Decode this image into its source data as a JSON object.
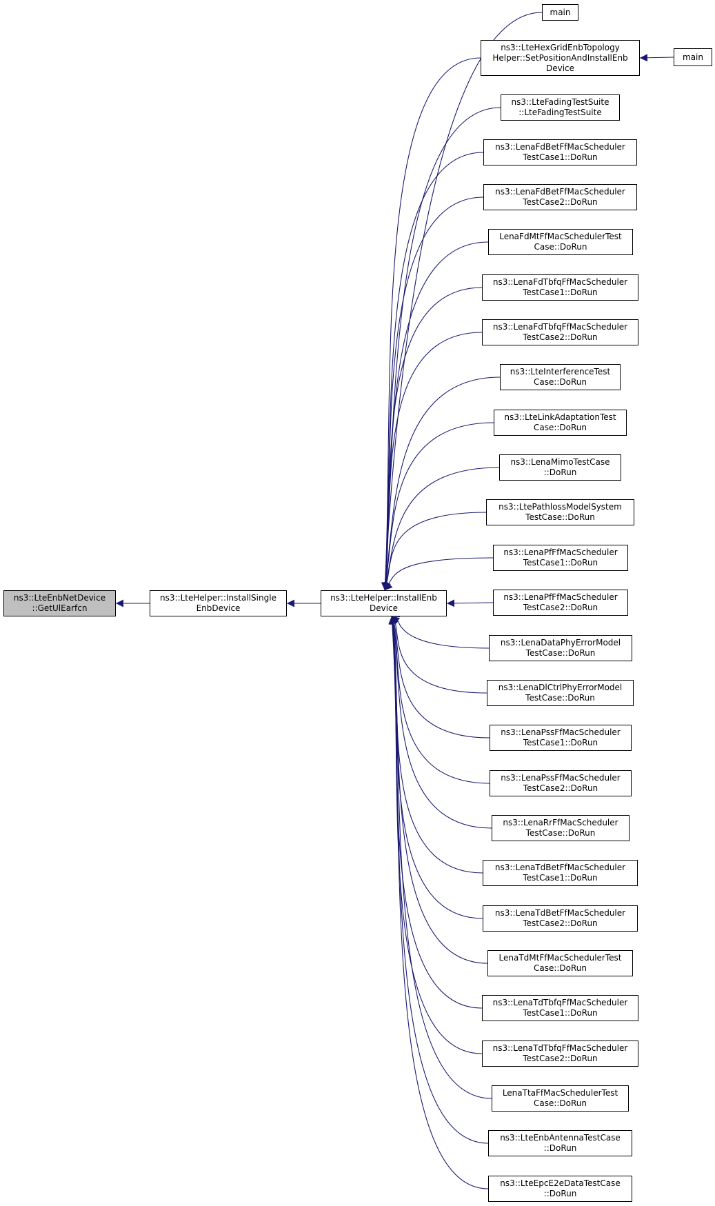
{
  "diagram": {
    "edge_color": "#191970",
    "root_fill": "#bfbfbf",
    "nodes": {
      "root": {
        "lines": [
          "ns3::LteEnbNetDevice",
          "::GetUlEarfcn"
        ]
      },
      "install_single": {
        "lines": [
          "ns3::LteHelper::InstallSingle",
          "EnbDevice"
        ]
      },
      "install_enb": {
        "lines": [
          "ns3::LteHelper::InstallEnb",
          "Device"
        ]
      },
      "main_top": {
        "lines": [
          "main"
        ]
      },
      "hexgrid": {
        "lines": [
          "ns3::LteHexGridEnbTopology",
          "Helper::SetPositionAndInstallEnb",
          "Device"
        ]
      },
      "main_hex": {
        "lines": [
          "main"
        ]
      },
      "c01": {
        "lines": [
          "ns3::LteFadingTestSuite",
          "::LteFadingTestSuite"
        ]
      },
      "c02": {
        "lines": [
          "ns3::LenaFdBetFfMacScheduler",
          "TestCase1::DoRun"
        ]
      },
      "c03": {
        "lines": [
          "ns3::LenaFdBetFfMacScheduler",
          "TestCase2::DoRun"
        ]
      },
      "c04": {
        "lines": [
          "LenaFdMtFfMacSchedulerTest",
          "Case::DoRun"
        ]
      },
      "c05": {
        "lines": [
          "ns3::LenaFdTbfqFfMacScheduler",
          "TestCase1::DoRun"
        ]
      },
      "c06": {
        "lines": [
          "ns3::LenaFdTbfqFfMacScheduler",
          "TestCase2::DoRun"
        ]
      },
      "c07": {
        "lines": [
          "ns3::LteInterferenceTest",
          "Case::DoRun"
        ]
      },
      "c08": {
        "lines": [
          "ns3::LteLinkAdaptationTest",
          "Case::DoRun"
        ]
      },
      "c09": {
        "lines": [
          "ns3::LenaMimoTestCase",
          "::DoRun"
        ]
      },
      "c10": {
        "lines": [
          "ns3::LtePathlossModelSystem",
          "TestCase::DoRun"
        ]
      },
      "c11": {
        "lines": [
          "ns3::LenaPfFfMacScheduler",
          "TestCase1::DoRun"
        ]
      },
      "c12": {
        "lines": [
          "ns3::LenaPfFfMacScheduler",
          "TestCase2::DoRun"
        ]
      },
      "c13": {
        "lines": [
          "ns3::LenaDataPhyErrorModel",
          "TestCase::DoRun"
        ]
      },
      "c14": {
        "lines": [
          "ns3::LenaDlCtrlPhyErrorModel",
          "TestCase::DoRun"
        ]
      },
      "c15": {
        "lines": [
          "ns3::LenaPssFfMacScheduler",
          "TestCase1::DoRun"
        ]
      },
      "c16": {
        "lines": [
          "ns3::LenaPssFfMacScheduler",
          "TestCase2::DoRun"
        ]
      },
      "c17": {
        "lines": [
          "ns3::LenaRrFfMacScheduler",
          "TestCase::DoRun"
        ]
      },
      "c18": {
        "lines": [
          "ns3::LenaTdBetFfMacScheduler",
          "TestCase1::DoRun"
        ]
      },
      "c19": {
        "lines": [
          "ns3::LenaTdBetFfMacScheduler",
          "TestCase2::DoRun"
        ]
      },
      "c20": {
        "lines": [
          "LenaTdMtFfMacSchedulerTest",
          "Case::DoRun"
        ]
      },
      "c21": {
        "lines": [
          "ns3::LenaTdTbfqFfMacScheduler",
          "TestCase1::DoRun"
        ]
      },
      "c22": {
        "lines": [
          "ns3::LenaTdTbfqFfMacScheduler",
          "TestCase2::DoRun"
        ]
      },
      "c23": {
        "lines": [
          "LenaTtaFfMacSchedulerTest",
          "Case::DoRun"
        ]
      },
      "c24": {
        "lines": [
          "ns3::LteEnbAntennaTestCase",
          "::DoRun"
        ]
      },
      "c25": {
        "lines": [
          "ns3::LteEpcE2eDataTestCase",
          "::DoRun"
        ]
      }
    },
    "edges": [
      [
        "root",
        "install_single"
      ],
      [
        "install_single",
        "install_enb"
      ],
      [
        "install_enb",
        "main_top"
      ],
      [
        "install_enb",
        "hexgrid"
      ],
      [
        "hexgrid",
        "main_hex"
      ],
      [
        "install_enb",
        "c01"
      ],
      [
        "install_enb",
        "c02"
      ],
      [
        "install_enb",
        "c03"
      ],
      [
        "install_enb",
        "c04"
      ],
      [
        "install_enb",
        "c05"
      ],
      [
        "install_enb",
        "c06"
      ],
      [
        "install_enb",
        "c07"
      ],
      [
        "install_enb",
        "c08"
      ],
      [
        "install_enb",
        "c09"
      ],
      [
        "install_enb",
        "c10"
      ],
      [
        "install_enb",
        "c11"
      ],
      [
        "install_enb",
        "c12"
      ],
      [
        "install_enb",
        "c13"
      ],
      [
        "install_enb",
        "c14"
      ],
      [
        "install_enb",
        "c15"
      ],
      [
        "install_enb",
        "c16"
      ],
      [
        "install_enb",
        "c17"
      ],
      [
        "install_enb",
        "c18"
      ],
      [
        "install_enb",
        "c19"
      ],
      [
        "install_enb",
        "c20"
      ],
      [
        "install_enb",
        "c21"
      ],
      [
        "install_enb",
        "c22"
      ],
      [
        "install_enb",
        "c23"
      ],
      [
        "install_enb",
        "c24"
      ],
      [
        "install_enb",
        "c25"
      ]
    ]
  }
}
